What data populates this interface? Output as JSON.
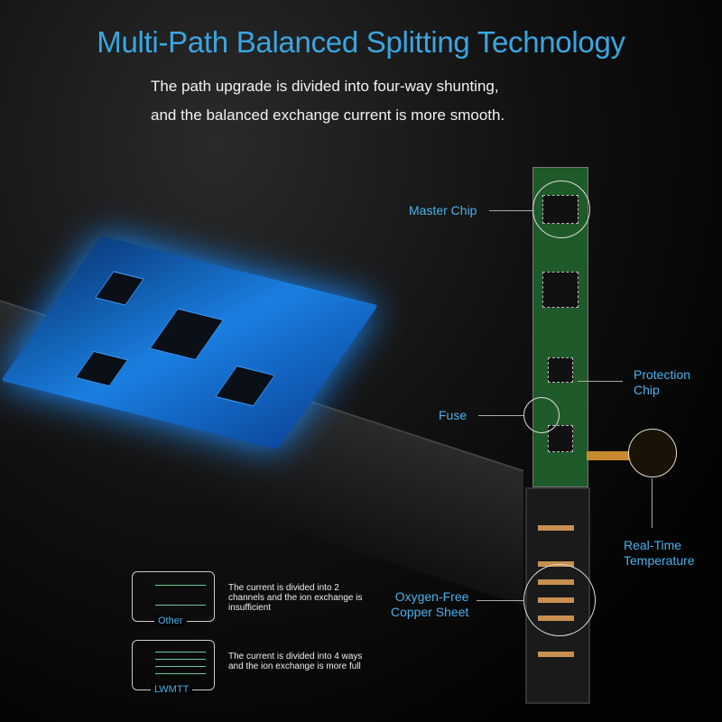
{
  "title": "Multi-Path Balanced Splitting Technology",
  "subtitle": [
    "The path upgrade is divided into four-way shunting,",
    "and the balanced exchange current is more smooth."
  ],
  "callouts": {
    "master_chip": "Master Chip",
    "protection_chip": [
      "Protection",
      "Chip"
    ],
    "fuse": "Fuse",
    "real_time_temperature": [
      "Real-Time",
      "Temperature"
    ],
    "copper_sheet": [
      "Oxygen-Free",
      "Copper Sheet"
    ]
  },
  "comparison": [
    {
      "label": "Other",
      "text": "The current is divided into 2 channels and the ion exchange is insufficient"
    },
    {
      "label": "LWMTT",
      "text": "The current is divided into 4 ways and the ion exchange is more full"
    }
  ]
}
